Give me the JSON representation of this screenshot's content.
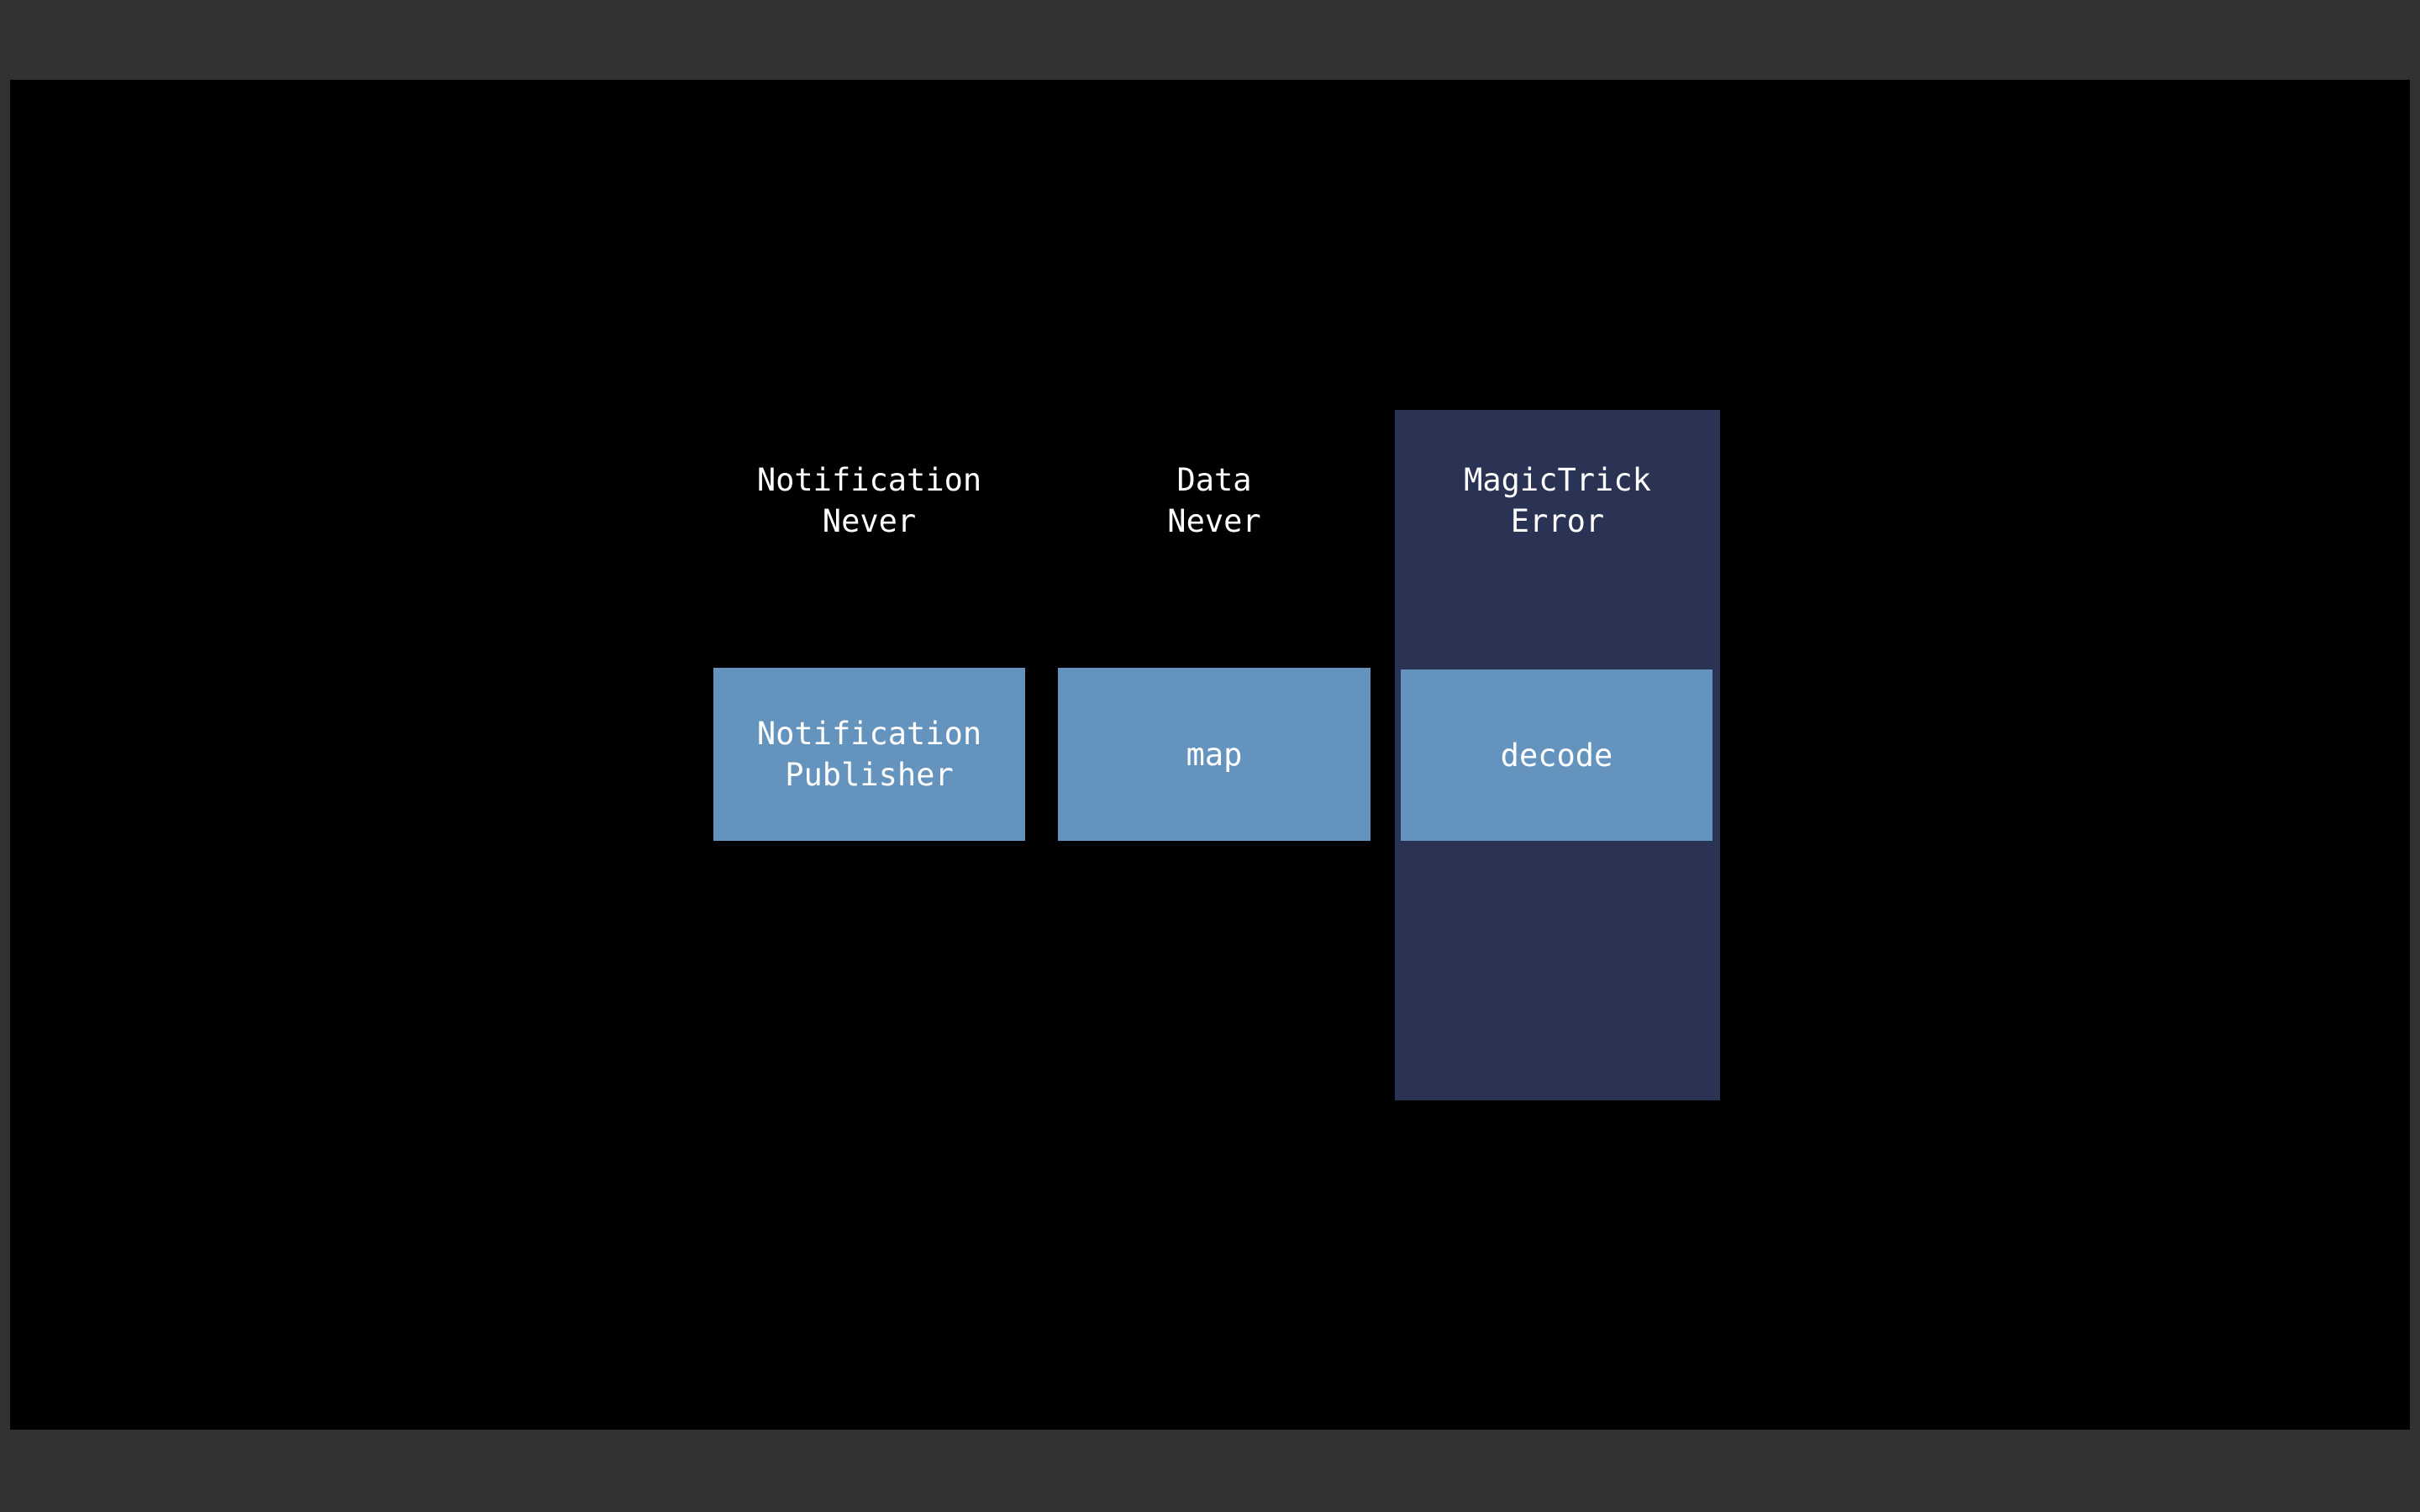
{
  "colors": {
    "window_background": "#313234",
    "canvas_background": "#000000",
    "node_fill": "#6494be",
    "track_fill": "#2a3354",
    "text": "#ffffff"
  },
  "pipeline": {
    "columns": [
      {
        "id": "notification-never",
        "type_label_lines": [
          "Notification",
          "Never"
        ],
        "node_label_lines": [
          "Notification",
          "Publisher"
        ]
      },
      {
        "id": "data-never",
        "type_label_lines": [
          "Data",
          "Never"
        ],
        "node_label_lines": [
          "map"
        ]
      },
      {
        "id": "magictrick-error",
        "type_label_lines": [
          "MagicTrick",
          "Error"
        ],
        "node_label_lines": [
          "decode"
        ],
        "has_error_track": true
      }
    ]
  }
}
